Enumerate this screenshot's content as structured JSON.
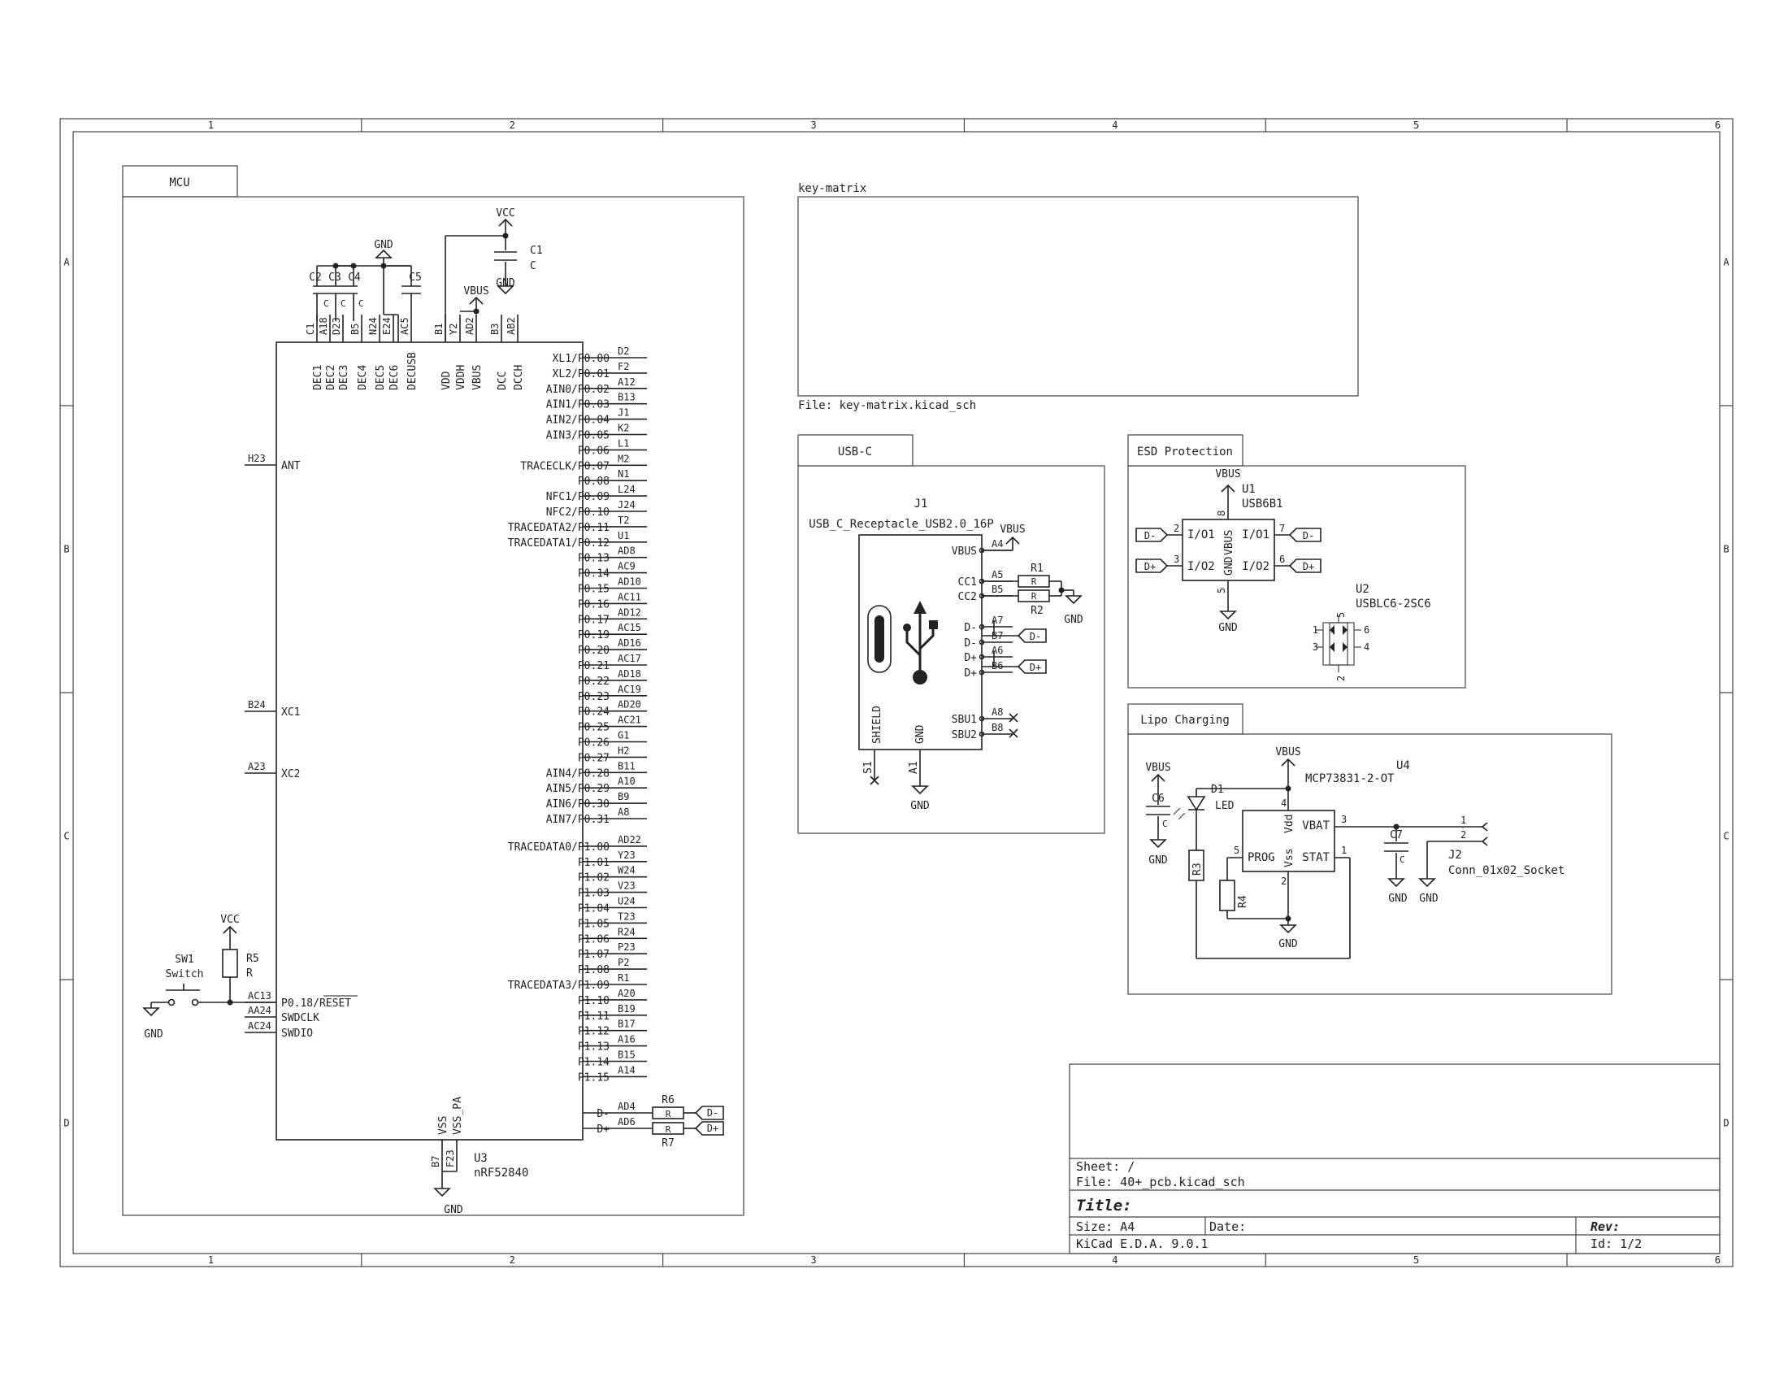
{
  "frame": {
    "columns": [
      "1",
      "2",
      "3",
      "4",
      "5",
      "6"
    ],
    "rows": [
      "A",
      "B",
      "C",
      "D"
    ]
  },
  "sheets": {
    "mcu": {
      "tab": "MCU"
    },
    "key_matrix": {
      "name": "key-matrix",
      "file": "File: key-matrix.kicad_sch"
    },
    "usbc": {
      "tab": "USB-C"
    },
    "esd": {
      "tab": "ESD Protection"
    },
    "lipo": {
      "tab": "Lipo Charging"
    }
  },
  "mcu": {
    "ref": "U3",
    "value": "nRF52840",
    "top_pins": [
      {
        "num": "C1",
        "name": "DEC1"
      },
      {
        "num": "A18",
        "name": "DEC2"
      },
      {
        "num": "D23",
        "name": "DEC3"
      },
      {
        "num": "B5",
        "name": "DEC4"
      },
      {
        "num": "N24",
        "name": "DEC5"
      },
      {
        "num": "E24",
        "name": "DEC6"
      },
      {
        "num": "AC5",
        "name": "DECUSB"
      },
      {
        "num": "B1",
        "name": "VDD"
      },
      {
        "num": "Y2",
        "name": "VDDH"
      },
      {
        "num": "AD2",
        "name": "VBUS"
      },
      {
        "num": "B3",
        "name": "DCC"
      },
      {
        "num": "AB2",
        "name": "DCCH"
      }
    ],
    "right_pins": [
      {
        "num": "D2",
        "name": "XL1/P0.00"
      },
      {
        "num": "F2",
        "name": "XL2/P0.01"
      },
      {
        "num": "A12",
        "name": "AIN0/P0.02"
      },
      {
        "num": "B13",
        "name": "AIN1/P0.03"
      },
      {
        "num": "J1",
        "name": "AIN2/P0.04"
      },
      {
        "num": "K2",
        "name": "AIN3/P0.05"
      },
      {
        "num": "L1",
        "name": "P0.06"
      },
      {
        "num": "M2",
        "name": "TRACECLK/P0.07"
      },
      {
        "num": "N1",
        "name": "P0.08"
      },
      {
        "num": "L24",
        "name": "NFC1/P0.09"
      },
      {
        "num": "J24",
        "name": "NFC2/P0.10"
      },
      {
        "num": "T2",
        "name": "TRACEDATA2/P0.11"
      },
      {
        "num": "U1",
        "name": "TRACEDATA1/P0.12"
      },
      {
        "num": "AD8",
        "name": "P0.13"
      },
      {
        "num": "AC9",
        "name": "P0.14"
      },
      {
        "num": "AD10",
        "name": "P0.15"
      },
      {
        "num": "AC11",
        "name": "P0.16"
      },
      {
        "num": "AD12",
        "name": "P0.17"
      },
      {
        "num": "AC15",
        "name": "P0.19"
      },
      {
        "num": "AD16",
        "name": "P0.20"
      },
      {
        "num": "AC17",
        "name": "P0.21"
      },
      {
        "num": "AD18",
        "name": "P0.22"
      },
      {
        "num": "AC19",
        "name": "P0.23"
      },
      {
        "num": "AD20",
        "name": "P0.24"
      },
      {
        "num": "AC21",
        "name": "P0.25"
      },
      {
        "num": "G1",
        "name": "P0.26"
      },
      {
        "num": "H2",
        "name": "P0.27"
      },
      {
        "num": "B11",
        "name": "AIN4/P0.28"
      },
      {
        "num": "A10",
        "name": "AIN5/P0.29"
      },
      {
        "num": "B9",
        "name": "AIN6/P0.30"
      },
      {
        "num": "A8",
        "name": "AIN7/P0.31"
      },
      {
        "num": "AD22",
        "name": "TRACEDATA0/P1.00"
      },
      {
        "num": "Y23",
        "name": "P1.01"
      },
      {
        "num": "W24",
        "name": "P1.02"
      },
      {
        "num": "V23",
        "name": "P1.03"
      },
      {
        "num": "U24",
        "name": "P1.04"
      },
      {
        "num": "T23",
        "name": "P1.05"
      },
      {
        "num": "R24",
        "name": "P1.06"
      },
      {
        "num": "P23",
        "name": "P1.07"
      },
      {
        "num": "P2",
        "name": "P1.08"
      },
      {
        "num": "R1",
        "name": "TRACEDATA3/P1.09"
      },
      {
        "num": "A20",
        "name": "P1.10"
      },
      {
        "num": "B19",
        "name": "P1.11"
      },
      {
        "num": "B17",
        "name": "P1.12"
      },
      {
        "num": "A16",
        "name": "P1.13"
      },
      {
        "num": "B15",
        "name": "P1.14"
      },
      {
        "num": "A14",
        "name": "P1.15"
      }
    ],
    "usb_pins": [
      {
        "num": "AD4",
        "name": "D-"
      },
      {
        "num": "AD6",
        "name": "D+"
      }
    ],
    "left_pins": [
      {
        "num": "H23",
        "name": "ANT"
      },
      {
        "num": "B24",
        "name": "XC1"
      },
      {
        "num": "A23",
        "name": "XC2"
      },
      {
        "num": "AC13",
        "name": "P0.18/RESET"
      },
      {
        "num": "AA24",
        "name": "SWDCLK"
      },
      {
        "num": "AC24",
        "name": "SWDIO"
      }
    ],
    "bottom_pins": [
      {
        "num": "B7",
        "name": "VSS"
      },
      {
        "num": "F23",
        "name": "VSS_PA"
      }
    ]
  },
  "mcu_parts": {
    "caps_top": [
      "C2",
      "C3",
      "C4"
    ],
    "cap_value": "C",
    "c5": "C5",
    "c1_ref": "C1",
    "c1_val": "C",
    "gnd": "GND",
    "vcc": "VCC",
    "vbus": "VBUS",
    "sw1_ref": "SW1",
    "sw1_val": "Switch",
    "r5_ref": "R5",
    "r_val": "R",
    "r6_ref": "R6",
    "r7_ref": "R7",
    "dminus": "D-",
    "dplus": "D+"
  },
  "usbc": {
    "ref": "J1",
    "value": "USB_C_Receptacle_USB2.0_16P",
    "pins": [
      {
        "num": "A4",
        "name": "VBUS"
      },
      {
        "num": "A5",
        "name": "CC1"
      },
      {
        "num": "B5",
        "name": "CC2"
      },
      {
        "num": "A7",
        "name": "D-"
      },
      {
        "num": "B7",
        "name": "D-"
      },
      {
        "num": "A6",
        "name": "D+"
      },
      {
        "num": "B6",
        "name": "D+"
      },
      {
        "num": "A8",
        "name": "SBU1"
      },
      {
        "num": "B8",
        "name": "SBU2"
      }
    ],
    "shield": "SHIELD",
    "shield_pin": "S1",
    "gnd_name": "GND",
    "gnd_pin": "A1",
    "r1": "R1",
    "r2": "R2",
    "r_val": "R",
    "vbus": "VBUS",
    "gnd": "GND",
    "dminus": "D-",
    "dplus": "D+"
  },
  "esd": {
    "u1_ref": "U1",
    "u1_val": "USB6B1",
    "u1_pins": {
      "io1_l": "I/O1",
      "io2_l": "I/O2",
      "gnd": "GND",
      "vbus": "VBUS",
      "io1_r": "I/O1",
      "io2_r": "I/O2"
    },
    "u1_nums": {
      "p2": "2",
      "p3": "3",
      "p8": "8",
      "p5": "5",
      "p7": "7",
      "p6": "6"
    },
    "vbus": "VBUS",
    "gnd": "GND",
    "dminus": "D-",
    "dplus": "D+",
    "u2_ref": "U2",
    "u2_val": "USBLC6-2SC6",
    "u2_nums": [
      "1",
      "3",
      "6",
      "4",
      "5",
      "2"
    ]
  },
  "lipo": {
    "vbus1": "VBUS",
    "vbus2": "VBUS",
    "c6": "C6",
    "c7": "C7",
    "cap_val": "C",
    "gnd": "GND",
    "d1_ref": "D1",
    "d1_val": "LED",
    "r3": "R3",
    "r4": "R4",
    "u4_ref": "U4",
    "u4_val": "MCP73831-2-OT",
    "u4_pins": {
      "vdd": "Vdd",
      "vbat": "VBAT",
      "prog": "PROG",
      "vss": "Vss",
      "stat": "STAT"
    },
    "u4_nums": {
      "p4": "4",
      "p3": "3",
      "p5": "5",
      "p2": "2",
      "p1": "1"
    },
    "j2_ref": "J2",
    "j2_val": "Conn_01x02_Socket",
    "j2_nums": [
      "1",
      "2"
    ]
  },
  "title_block": {
    "sheet": "Sheet: /",
    "file": "File: 40+_pcb.kicad_sch",
    "title_label": "Title:",
    "size": "Size: A4",
    "date": "Date:",
    "rev": "Rev:",
    "tool": "KiCad E.D.A. 9.0.1",
    "id": "Id: 1/2"
  }
}
